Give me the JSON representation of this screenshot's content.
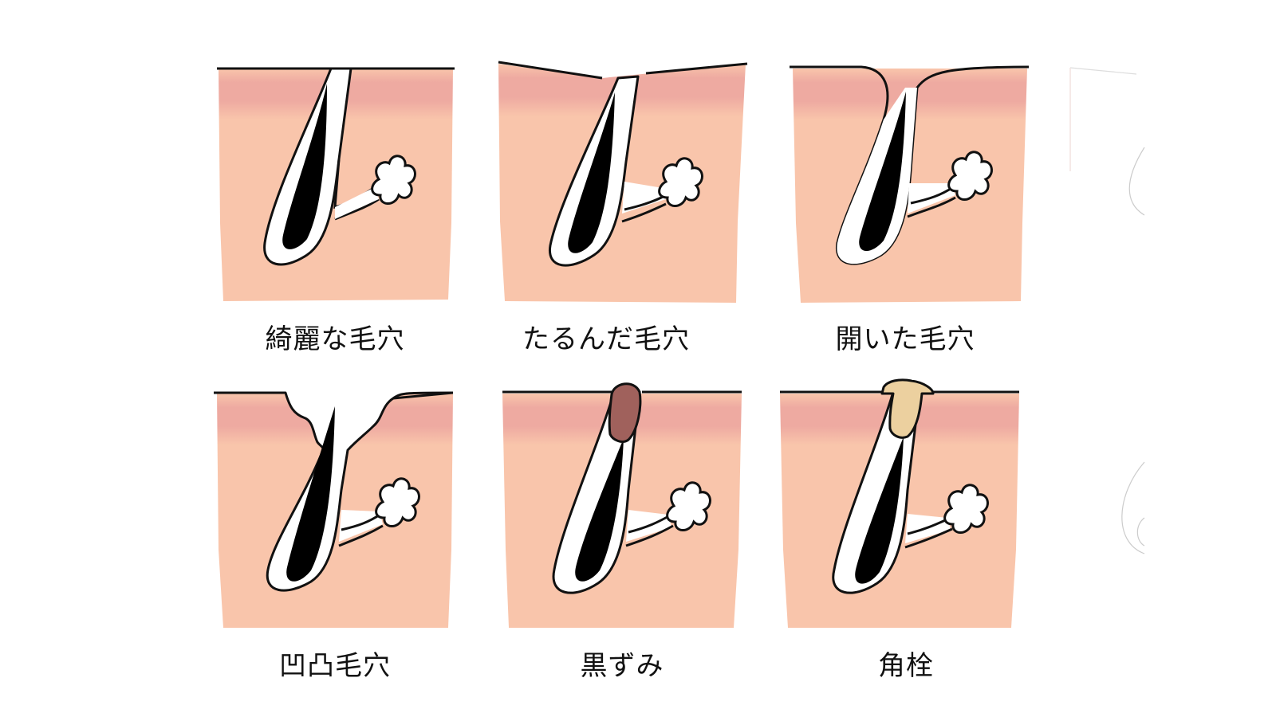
{
  "colors": {
    "skin": "#f9c5ab",
    "band": "#eeaaa1",
    "outline": "#111111",
    "hair": "#000000",
    "blackhead": "#a0615c",
    "keratin_plug": "#ecd09f",
    "gland": "#ffffff"
  },
  "panels": [
    {
      "id": "clean",
      "label": "綺麗な毛穴"
    },
    {
      "id": "sagging",
      "label": "たるんだ毛穴"
    },
    {
      "id": "open",
      "label": "開いた毛穴"
    },
    {
      "id": "uneven",
      "label": "凹凸毛穴"
    },
    {
      "id": "blackhead",
      "label": "黒ずみ"
    },
    {
      "id": "keratin",
      "label": "角栓"
    }
  ]
}
